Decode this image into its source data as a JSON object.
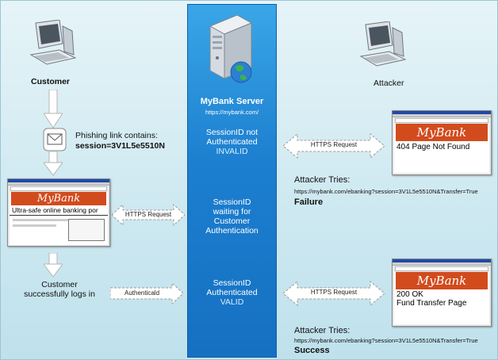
{
  "server": {
    "title": "MyBank Server",
    "url": "https://mybank.com/",
    "box1_l1": "SessionID not",
    "box1_l2": "Authenticated",
    "box1_l3": "INVALID",
    "box2_l1": "SessionID",
    "box2_l2": "waiting for",
    "box2_l3": "Customer",
    "box2_l4": "Authentication",
    "box3_l1": "SessionID",
    "box3_l2": "Authenticated",
    "box3_l3": "VALID"
  },
  "customer": {
    "label": "Customer",
    "phish_l1": "Phishing link contains:",
    "phish_l2": "session=3V1L5e5510N",
    "logs_l1": "Customer",
    "logs_l2": "successfully logs in",
    "browser_logo": "MyBank",
    "browser_tagline": "Ultra-safe online banking por",
    "https_label": "HTTPS Request",
    "auth_label": "Authenticald"
  },
  "attacker": {
    "label": "Attacker",
    "https1": "HTTPS Request",
    "https2": "HTTPS Request",
    "browser1_logo": "MyBank",
    "browser1_msg": "404 Page Not Found",
    "browser2_logo": "MyBank",
    "browser2_msg1": "200 OK",
    "browser2_msg2": "Fund Transfer Page",
    "tries1": "Attacker Tries:",
    "url1": "https://mybank.com/ebanking?session=3V1L5e5510N&Transfer=True",
    "result1": "Failure",
    "tries2": "Attacker Tries:",
    "url2": "https://mybank.com/ebanking?session=3V1L5e5510N&Transfer=True",
    "result2": "Success"
  }
}
